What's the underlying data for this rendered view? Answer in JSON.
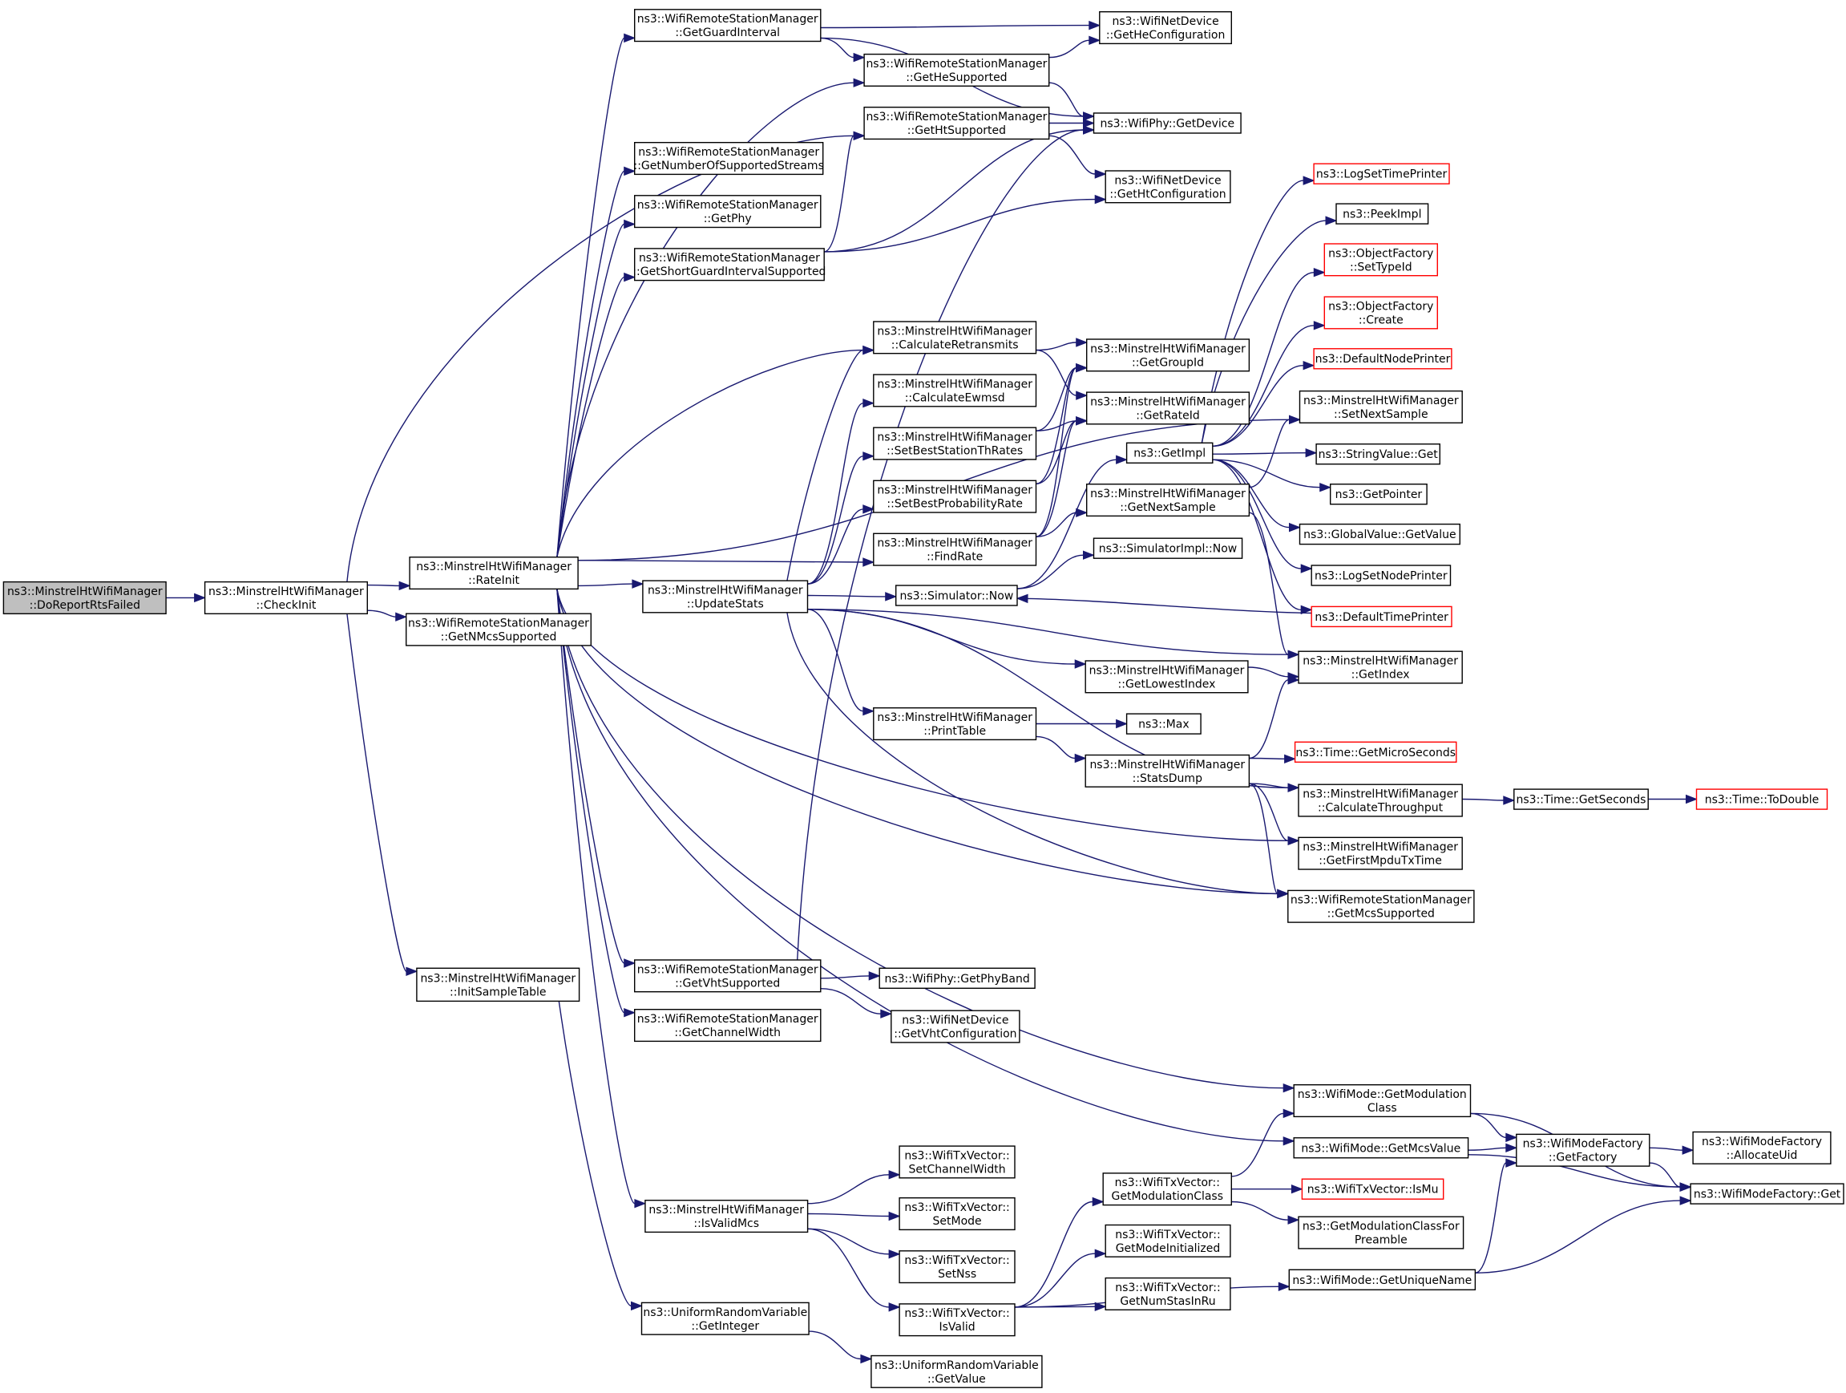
{
  "graph": {
    "title": "ns3::MinstrelHtWifiManager::DoReportRtsFailed call graph",
    "colors": {
      "edge": "#191970",
      "root_fill": "#bfbfbf",
      "undocumented_border": "#ff0000",
      "node_border": "#000000"
    },
    "nodes": [
      {
        "id": "DoReportRtsFailed",
        "lines": [
          "ns3::MinstrelHtWifiManager",
          "::DoReportRtsFailed"
        ],
        "kind": "root"
      },
      {
        "id": "CheckInit",
        "lines": [
          "ns3::MinstrelHtWifiManager",
          "::CheckInit"
        ]
      },
      {
        "id": "RateInit",
        "lines": [
          "ns3::MinstrelHtWifiManager",
          "::RateInit"
        ]
      },
      {
        "id": "GetNMcsSupported",
        "lines": [
          "ns3::WifiRemoteStationManager",
          "::GetNMcsSupported"
        ]
      },
      {
        "id": "InitSampleTable",
        "lines": [
          "ns3::MinstrelHtWifiManager",
          "::InitSampleTable"
        ]
      },
      {
        "id": "GetGuardInterval",
        "lines": [
          "ns3::WifiRemoteStationManager",
          "::GetGuardInterval"
        ]
      },
      {
        "id": "GetHeSupported",
        "lines": [
          "ns3::WifiRemoteStationManager",
          "::GetHeSupported"
        ]
      },
      {
        "id": "GetHtSupported",
        "lines": [
          "ns3::WifiRemoteStationManager",
          "::GetHtSupported"
        ]
      },
      {
        "id": "GetNumberOfSupportedStreams",
        "lines": [
          "ns3::WifiRemoteStationManager",
          "::GetNumberOfSupportedStreams"
        ]
      },
      {
        "id": "GetPhy",
        "lines": [
          "ns3::WifiRemoteStationManager",
          "::GetPhy"
        ]
      },
      {
        "id": "GetShortGuardIntervalSupported",
        "lines": [
          "ns3::WifiRemoteStationManager",
          "::GetShortGuardIntervalSupported"
        ]
      },
      {
        "id": "GetHeConfiguration",
        "lines": [
          "ns3::WifiNetDevice",
          "::GetHeConfiguration"
        ]
      },
      {
        "id": "GetDevice",
        "lines": [
          "ns3::WifiPhy::GetDevice"
        ]
      },
      {
        "id": "GetHtConfiguration",
        "lines": [
          "ns3::WifiNetDevice",
          "::GetHtConfiguration"
        ]
      },
      {
        "id": "CalculateRetransmits",
        "lines": [
          "ns3::MinstrelHtWifiManager",
          "::CalculateRetransmits"
        ]
      },
      {
        "id": "CalculateEwmsd",
        "lines": [
          "ns3::MinstrelHtWifiManager",
          "::CalculateEwmsd"
        ]
      },
      {
        "id": "SetBestStationThRates",
        "lines": [
          "ns3::MinstrelHtWifiManager",
          "::SetBestStationThRates"
        ]
      },
      {
        "id": "SetBestProbabilityRate",
        "lines": [
          "ns3::MinstrelHtWifiManager",
          "::SetBestProbabilityRate"
        ]
      },
      {
        "id": "FindRate",
        "lines": [
          "ns3::MinstrelHtWifiManager",
          "::FindRate"
        ]
      },
      {
        "id": "UpdateStats",
        "lines": [
          "ns3::MinstrelHtWifiManager",
          "::UpdateStats"
        ]
      },
      {
        "id": "SimulatorNow",
        "lines": [
          "ns3::Simulator::Now"
        ]
      },
      {
        "id": "SimulatorImplNow",
        "lines": [
          "ns3::SimulatorImpl::Now"
        ]
      },
      {
        "id": "GetGroupId",
        "lines": [
          "ns3::MinstrelHtWifiManager",
          "::GetGroupId"
        ]
      },
      {
        "id": "GetRateId",
        "lines": [
          "ns3::MinstrelHtWifiManager",
          "::GetRateId"
        ]
      },
      {
        "id": "GetImpl",
        "lines": [
          "ns3::GetImpl"
        ]
      },
      {
        "id": "GetNextSample",
        "lines": [
          "ns3::MinstrelHtWifiManager",
          "::GetNextSample"
        ]
      },
      {
        "id": "GetLowestIndex",
        "lines": [
          "ns3::MinstrelHtWifiManager",
          "::GetLowestIndex"
        ]
      },
      {
        "id": "PrintTable",
        "lines": [
          "ns3::MinstrelHtWifiManager",
          "::PrintTable"
        ]
      },
      {
        "id": "Max",
        "lines": [
          "ns3::Max"
        ]
      },
      {
        "id": "StatsDump",
        "lines": [
          "ns3::MinstrelHtWifiManager",
          "::StatsDump"
        ]
      },
      {
        "id": "LogSetTimePrinter",
        "lines": [
          "ns3::LogSetTimePrinter"
        ],
        "kind": "undoc"
      },
      {
        "id": "PeekImpl",
        "lines": [
          "ns3::PeekImpl"
        ]
      },
      {
        "id": "SetTypeId",
        "lines": [
          "ns3::ObjectFactory",
          "::SetTypeId"
        ],
        "kind": "undoc"
      },
      {
        "id": "OFCreate",
        "lines": [
          "ns3::ObjectFactory",
          "::Create"
        ],
        "kind": "undoc"
      },
      {
        "id": "DefaultNodePrinter",
        "lines": [
          "ns3::DefaultNodePrinter"
        ],
        "kind": "undoc"
      },
      {
        "id": "SetNextSample",
        "lines": [
          "ns3::MinstrelHtWifiManager",
          "::SetNextSample"
        ]
      },
      {
        "id": "StringValueGet",
        "lines": [
          "ns3::StringValue::Get"
        ]
      },
      {
        "id": "GetPointer",
        "lines": [
          "ns3::GetPointer"
        ]
      },
      {
        "id": "GlobalValueGetValue",
        "lines": [
          "ns3::GlobalValue::GetValue"
        ]
      },
      {
        "id": "LogSetNodePrinter",
        "lines": [
          "ns3::LogSetNodePrinter"
        ]
      },
      {
        "id": "DefaultTimePrinter",
        "lines": [
          "ns3::DefaultTimePrinter"
        ],
        "kind": "undoc"
      },
      {
        "id": "GetIndex",
        "lines": [
          "ns3::MinstrelHtWifiManager",
          "::GetIndex"
        ]
      },
      {
        "id": "GetMicroSeconds",
        "lines": [
          "ns3::Time::GetMicroSeconds"
        ],
        "kind": "undoc"
      },
      {
        "id": "CalculateThroughput",
        "lines": [
          "ns3::MinstrelHtWifiManager",
          "::CalculateThroughput"
        ]
      },
      {
        "id": "GetFirstMpduTxTime",
        "lines": [
          "ns3::MinstrelHtWifiManager",
          "::GetFirstMpduTxTime"
        ]
      },
      {
        "id": "GetMcsSupported",
        "lines": [
          "ns3::WifiRemoteStationManager",
          "::GetMcsSupported"
        ]
      },
      {
        "id": "GetSeconds",
        "lines": [
          "ns3::Time::GetSeconds"
        ]
      },
      {
        "id": "ToDouble",
        "lines": [
          "ns3::Time::ToDouble"
        ],
        "kind": "undoc"
      },
      {
        "id": "GetVhtSupported",
        "lines": [
          "ns3::WifiRemoteStationManager",
          "::GetVhtSupported"
        ]
      },
      {
        "id": "GetPhyBand",
        "lines": [
          "ns3::WifiPhy::GetPhyBand"
        ]
      },
      {
        "id": "GetVhtConfiguration",
        "lines": [
          "ns3::WifiNetDevice",
          "::GetVhtConfiguration"
        ]
      },
      {
        "id": "GetChannelWidth",
        "lines": [
          "ns3::WifiRemoteStationManager",
          "::GetChannelWidth"
        ]
      },
      {
        "id": "WMGetModulationClass",
        "lines": [
          "ns3::WifiMode::GetModulation",
          "Class"
        ]
      },
      {
        "id": "WMGetMcsValue",
        "lines": [
          "ns3::WifiMode::GetMcsValue"
        ]
      },
      {
        "id": "GetFactory",
        "lines": [
          "ns3::WifiModeFactory",
          "::GetFactory"
        ]
      },
      {
        "id": "AllocateUid",
        "lines": [
          "ns3::WifiModeFactory",
          "::AllocateUid"
        ]
      },
      {
        "id": "WMFGet",
        "lines": [
          "ns3::WifiModeFactory::Get"
        ]
      },
      {
        "id": "IsMu",
        "lines": [
          "ns3::WifiTxVector::IsMu"
        ],
        "kind": "undoc"
      },
      {
        "id": "GetModulationClassForPreamble",
        "lines": [
          "ns3::GetModulationClassFor",
          "Preamble"
        ]
      },
      {
        "id": "GetUniqueName",
        "lines": [
          "ns3::WifiMode::GetUniqueName"
        ]
      },
      {
        "id": "TXGetModulationClass",
        "lines": [
          "ns3::WifiTxVector::",
          "GetModulationClass"
        ]
      },
      {
        "id": "GetModeInitialized",
        "lines": [
          "ns3::WifiTxVector::",
          "GetModeInitialized"
        ]
      },
      {
        "id": "GetNumStasInRu",
        "lines": [
          "ns3::WifiTxVector::",
          "GetNumStasInRu"
        ]
      },
      {
        "id": "IsValidMcs",
        "lines": [
          "ns3::MinstrelHtWifiManager",
          "::IsValidMcs"
        ]
      },
      {
        "id": "SetChannelWidth",
        "lines": [
          "ns3::WifiTxVector::",
          "SetChannelWidth"
        ]
      },
      {
        "id": "SetMode",
        "lines": [
          "ns3::WifiTxVector::",
          "SetMode"
        ]
      },
      {
        "id": "SetNss",
        "lines": [
          "ns3::WifiTxVector::",
          "SetNss"
        ]
      },
      {
        "id": "IsValid",
        "lines": [
          "ns3::WifiTxVector::",
          "IsValid"
        ]
      },
      {
        "id": "GetInteger",
        "lines": [
          "ns3::UniformRandomVariable",
          "::GetInteger"
        ]
      },
      {
        "id": "URVGetValue",
        "lines": [
          "ns3::UniformRandomVariable",
          "::GetValue"
        ]
      }
    ],
    "edges": [
      [
        "DoReportRtsFailed",
        "CheckInit"
      ],
      [
        "CheckInit",
        "RateInit"
      ],
      [
        "CheckInit",
        "GetNMcsSupported"
      ],
      [
        "CheckInit",
        "InitSampleTable"
      ],
      [
        "CheckInit",
        "GetHtSupported"
      ],
      [
        "RateInit",
        "GetGuardInterval"
      ],
      [
        "RateInit",
        "GetHeSupported"
      ],
      [
        "RateInit",
        "GetNumberOfSupportedStreams"
      ],
      [
        "RateInit",
        "GetPhy"
      ],
      [
        "RateInit",
        "GetShortGuardIntervalSupported"
      ],
      [
        "RateInit",
        "CalculateRetransmits"
      ],
      [
        "RateInit",
        "SetNextSample"
      ],
      [
        "RateInit",
        "FindRate"
      ],
      [
        "RateInit",
        "UpdateStats"
      ],
      [
        "RateInit",
        "GetFirstMpduTxTime"
      ],
      [
        "RateInit",
        "GetMcsSupported"
      ],
      [
        "RateInit",
        "GetVhtSupported"
      ],
      [
        "RateInit",
        "GetChannelWidth"
      ],
      [
        "RateInit",
        "WMGetModulationClass"
      ],
      [
        "RateInit",
        "WMGetMcsValue"
      ],
      [
        "RateInit",
        "IsValidMcs"
      ],
      [
        "GetGuardInterval",
        "GetHeConfiguration"
      ],
      [
        "GetGuardInterval",
        "GetDevice"
      ],
      [
        "GetGuardInterval",
        "GetHeSupported"
      ],
      [
        "GetHeSupported",
        "GetHeConfiguration"
      ],
      [
        "GetHeSupported",
        "GetDevice"
      ],
      [
        "GetHtSupported",
        "GetDevice"
      ],
      [
        "GetHtSupported",
        "GetHtConfiguration"
      ],
      [
        "GetShortGuardIntervalSupported",
        "GetHtSupported"
      ],
      [
        "GetShortGuardIntervalSupported",
        "GetDevice"
      ],
      [
        "GetShortGuardIntervalSupported",
        "GetHtConfiguration"
      ],
      [
        "CalculateRetransmits",
        "GetGroupId"
      ],
      [
        "CalculateRetransmits",
        "GetRateId"
      ],
      [
        "SetBestStationThRates",
        "GetGroupId"
      ],
      [
        "SetBestStationThRates",
        "GetRateId"
      ],
      [
        "SetBestProbabilityRate",
        "GetGroupId"
      ],
      [
        "SetBestProbabilityRate",
        "GetRateId"
      ],
      [
        "FindRate",
        "GetGroupId"
      ],
      [
        "FindRate",
        "GetRateId"
      ],
      [
        "FindRate",
        "GetNextSample"
      ],
      [
        "UpdateStats",
        "CalculateRetransmits"
      ],
      [
        "UpdateStats",
        "CalculateEwmsd"
      ],
      [
        "UpdateStats",
        "SetBestStationThRates"
      ],
      [
        "UpdateStats",
        "SetBestProbabilityRate"
      ],
      [
        "UpdateStats",
        "SimulatorNow"
      ],
      [
        "UpdateStats",
        "GetIndex"
      ],
      [
        "UpdateStats",
        "GetLowestIndex"
      ],
      [
        "UpdateStats",
        "PrintTable"
      ],
      [
        "UpdateStats",
        "CalculateThroughput"
      ],
      [
        "UpdateStats",
        "GetMcsSupported"
      ],
      [
        "SimulatorNow",
        "GetImpl"
      ],
      [
        "SimulatorNow",
        "SimulatorImplNow"
      ],
      [
        "GetImpl",
        "LogSetTimePrinter"
      ],
      [
        "GetImpl",
        "PeekImpl"
      ],
      [
        "GetImpl",
        "SetTypeId"
      ],
      [
        "GetImpl",
        "OFCreate"
      ],
      [
        "GetImpl",
        "DefaultNodePrinter"
      ],
      [
        "GetImpl",
        "StringValueGet"
      ],
      [
        "GetImpl",
        "GetPointer"
      ],
      [
        "GetImpl",
        "GlobalValueGetValue"
      ],
      [
        "GetImpl",
        "LogSetNodePrinter"
      ],
      [
        "GetImpl",
        "DefaultTimePrinter"
      ],
      [
        "GetNextSample",
        "SetNextSample"
      ],
      [
        "GetNextSample",
        "GetIndex"
      ],
      [
        "DefaultTimePrinter",
        "SimulatorNow"
      ],
      [
        "GetLowestIndex",
        "GetIndex"
      ],
      [
        "PrintTable",
        "Max"
      ],
      [
        "PrintTable",
        "StatsDump"
      ],
      [
        "StatsDump",
        "GetIndex"
      ],
      [
        "StatsDump",
        "GetMicroSeconds"
      ],
      [
        "StatsDump",
        "CalculateThroughput"
      ],
      [
        "StatsDump",
        "GetFirstMpduTxTime"
      ],
      [
        "StatsDump",
        "GetMcsSupported"
      ],
      [
        "CalculateThroughput",
        "GetSeconds"
      ],
      [
        "GetSeconds",
        "ToDouble"
      ],
      [
        "GetVhtSupported",
        "GetDevice"
      ],
      [
        "GetVhtSupported",
        "GetPhyBand"
      ],
      [
        "GetVhtSupported",
        "GetVhtConfiguration"
      ],
      [
        "WMGetModulationClass",
        "GetFactory"
      ],
      [
        "WMGetModulationClass",
        "WMFGet"
      ],
      [
        "WMGetMcsValue",
        "GetFactory"
      ],
      [
        "WMGetMcsValue",
        "WMFGet"
      ],
      [
        "GetFactory",
        "AllocateUid"
      ],
      [
        "GetFactory",
        "WMFGet"
      ],
      [
        "GetUniqueName",
        "GetFactory"
      ],
      [
        "GetUniqueName",
        "WMFGet"
      ],
      [
        "TXGetModulationClass",
        "WMGetModulationClass"
      ],
      [
        "TXGetModulationClass",
        "IsMu"
      ],
      [
        "TXGetModulationClass",
        "GetModulationClassForPreamble"
      ],
      [
        "IsValidMcs",
        "SetChannelWidth"
      ],
      [
        "IsValidMcs",
        "SetMode"
      ],
      [
        "IsValidMcs",
        "SetNss"
      ],
      [
        "IsValidMcs",
        "IsValid"
      ],
      [
        "IsValid",
        "TXGetModulationClass"
      ],
      [
        "IsValid",
        "GetModeInitialized"
      ],
      [
        "IsValid",
        "GetNumStasInRu"
      ],
      [
        "IsValid",
        "GetUniqueName"
      ],
      [
        "InitSampleTable",
        "GetInteger"
      ],
      [
        "GetInteger",
        "URVGetValue"
      ]
    ]
  }
}
